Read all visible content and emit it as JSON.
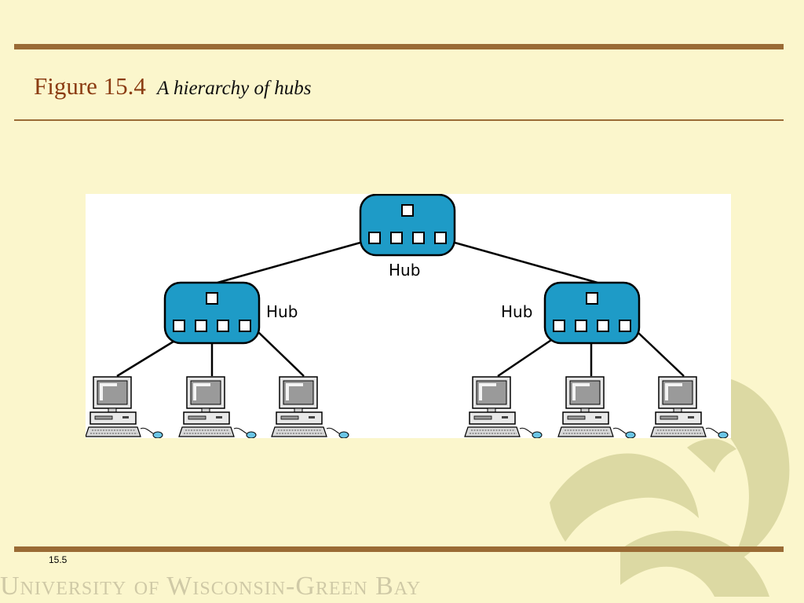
{
  "slide": {
    "figure_number": "Figure 15.4",
    "figure_caption": "A hierarchy of hubs",
    "page_number": "15.5",
    "footer": "University of Wisconsin-Green Bay"
  },
  "diagram": {
    "hub_label": "Hub",
    "colors": {
      "hub_fill": "#1e9bc7",
      "hub_stroke": "#000000",
      "port_fill": "#ffffff",
      "line": "#000000",
      "background": "#fbf6cc",
      "rule": "#9a6b35",
      "title": "#8b3c12",
      "watermark": "#d9d7a0"
    },
    "hubs": [
      {
        "id": "root",
        "label": "Hub",
        "ports": 4
      },
      {
        "id": "left",
        "label": "Hub",
        "ports": 4
      },
      {
        "id": "right",
        "label": "Hub",
        "ports": 4
      }
    ],
    "computers": [
      {
        "id": "pc-1",
        "hub": "left"
      },
      {
        "id": "pc-2",
        "hub": "left"
      },
      {
        "id": "pc-3",
        "hub": "left"
      },
      {
        "id": "pc-4",
        "hub": "right"
      },
      {
        "id": "pc-5",
        "hub": "right"
      },
      {
        "id": "pc-6",
        "hub": "right"
      }
    ]
  }
}
